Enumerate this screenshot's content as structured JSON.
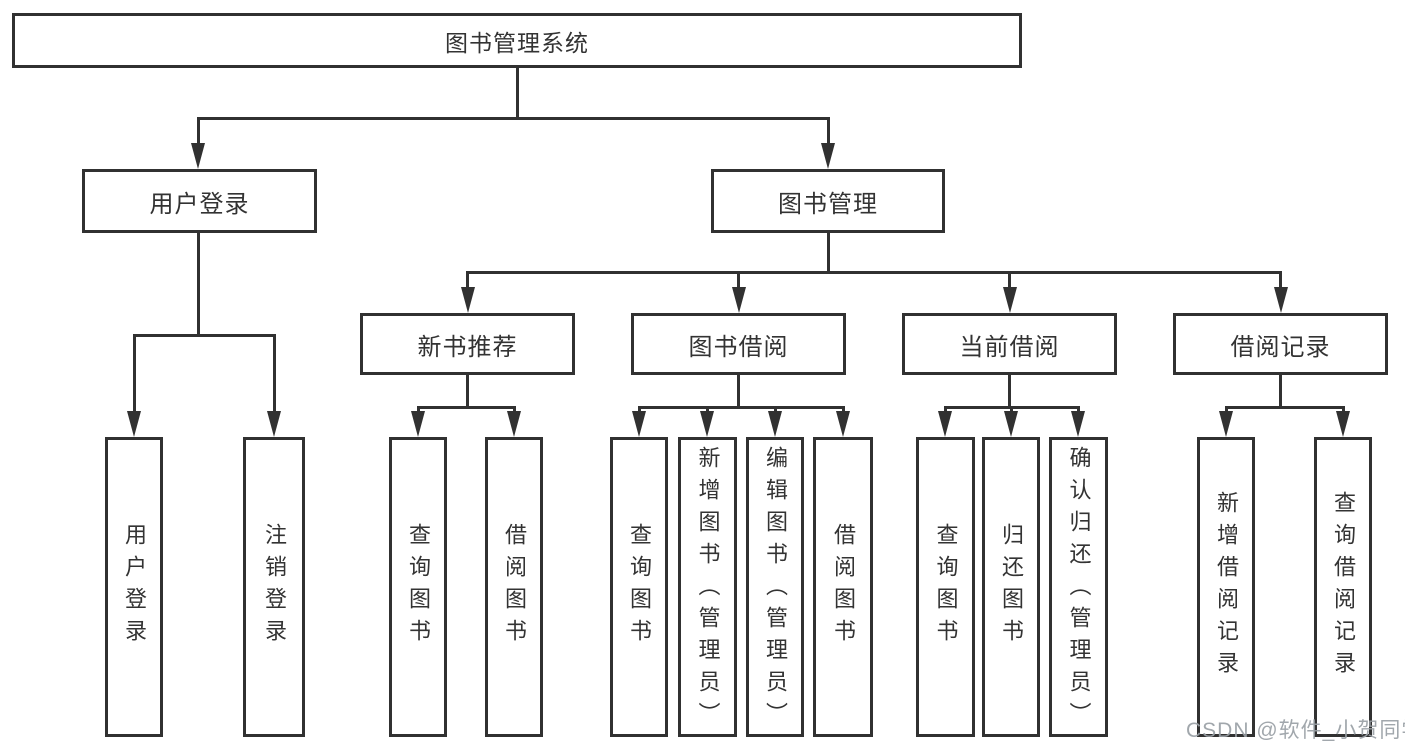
{
  "nodes": {
    "root": "图书管理系统",
    "user_login": "用户登录",
    "book_management": "图书管理",
    "new_book_recommendation": "新书推荐",
    "book_borrowing": "图书借阅",
    "current_borrowing": "当前借阅",
    "borrowing_records": "借阅记录"
  },
  "leaves": {
    "user_login": [
      "用户登录",
      "注销登录"
    ],
    "new_book_recommendation": [
      "查询图书",
      "借阅图书"
    ],
    "book_borrowing": [
      "查询图书",
      "新增图书（管理员）",
      "编辑图书（管理员）",
      "借阅图书"
    ],
    "current_borrowing": [
      "查询图书",
      "归还图书",
      "确认归还（管理员）"
    ],
    "borrowing_records": [
      "新增借阅记录",
      "查询借阅记录"
    ]
  },
  "watermark": "CSDN @软件_小贺同学",
  "colors": {
    "line": "#313131",
    "text": "#333333",
    "background": "#ffffff",
    "watermark": "#9aa0a6"
  }
}
